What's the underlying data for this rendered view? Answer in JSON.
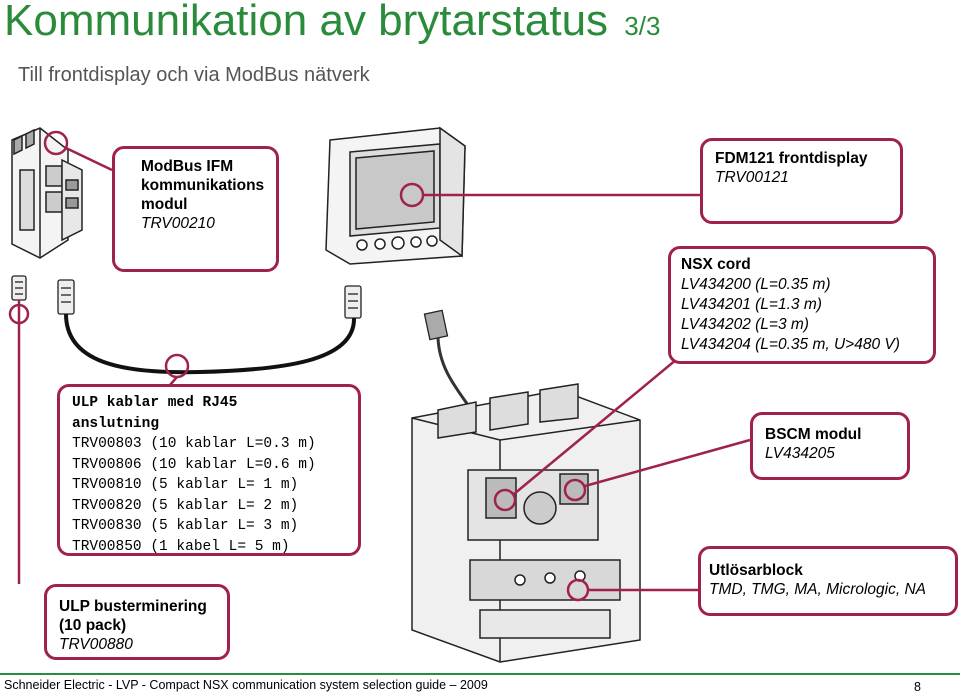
{
  "title": {
    "main": "Kommunikation av brytarstatus",
    "page_fraction": "3/3",
    "subtitle": "Till frontdisplay och via ModBus nätverk"
  },
  "callouts": {
    "modbus": {
      "line1": "ModBus IFM",
      "line2": "kommunikations",
      "line3": "modul",
      "ref": "TRV00210"
    },
    "fdm": {
      "name": "FDM121 frontdisplay",
      "ref": "TRV00121"
    },
    "nsx_cord": {
      "name": "NSX cord",
      "items": [
        "LV434200 (L=0.35 m)",
        "LV434201 (L=1.3 m)",
        "LV434202 (L=3 m)",
        "LV434204 (L=0.35 m, U>480 V)"
      ]
    },
    "ulp_cables": {
      "line1": "ULP kablar med RJ45",
      "line2": "anslutning",
      "items": [
        "TRV00803 (10 kablar L=0.3 m)",
        "TRV00806 (10 kablar L=0.6 m)",
        "TRV00810 (5 kablar L= 1 m)",
        "TRV00820 (5 kablar L= 2 m)",
        "TRV00830 (5 kablar L= 3 m)",
        "TRV00850 (1 kabel L= 5 m)"
      ]
    },
    "bscm": {
      "name": "BSCM modul",
      "ref": "LV434205"
    },
    "trip_unit": {
      "name": "Utlösarblock",
      "ref": "TMD, TMG, MA, Micrologic, NA"
    },
    "ulp_term": {
      "line1": "ULP busterminering",
      "line2": "(10 pack)",
      "ref": "TRV00880"
    }
  },
  "footer": {
    "text": "Schneider Electric - LVP - Compact NSX communication system selection guide – 2009",
    "page_number": "8"
  },
  "colors": {
    "title": "#2a8c3a",
    "callout_border": "#a0224a",
    "footer_rule": "#2a8c3a"
  }
}
